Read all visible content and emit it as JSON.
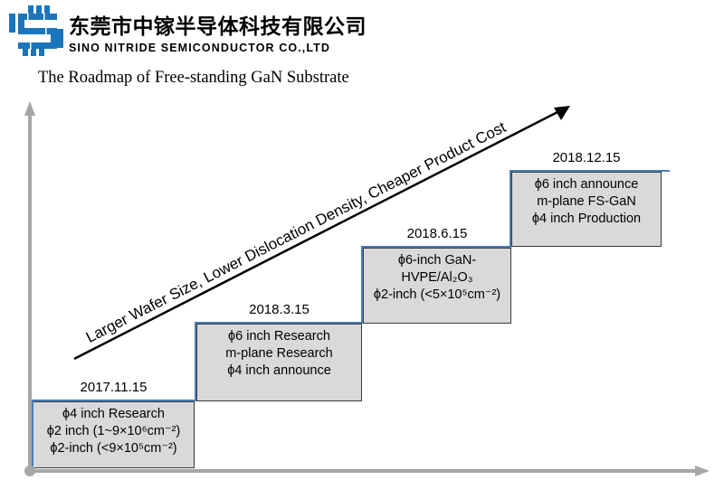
{
  "header": {
    "company_cn": "东莞市中镓半导体科技有限公司",
    "company_en": "SINO NITRIDE SEMICONDUCTOR CO.,LTD",
    "logo_icon": "sino-nitride-monogram",
    "logo_color": "#1b75bb"
  },
  "title": "The Roadmap of Free-standing GaN Substrate",
  "arrow_label": "Larger Wafer Size, Lower Dislocation Density, Cheaper Product Cost",
  "milestones": [
    {
      "date": "2017.11.15",
      "lines": [
        "ϕ4 inch  Research",
        "ϕ2 inch (1~9×10⁶cm⁻²)",
        "ϕ2-inch (<9×10⁵cm⁻²)"
      ]
    },
    {
      "date": "2018.3.15",
      "lines": [
        "ϕ6 inch  Research",
        "m-plane Research",
        "ϕ4 inch announce"
      ]
    },
    {
      "date": "2018.6.15",
      "lines": [
        "ϕ6-inch GaN-",
        "HVPE/Al₂O₃",
        "ϕ2-inch (<5×10⁵cm⁻²)"
      ]
    },
    {
      "date": "2018.12.15",
      "lines": [
        "ϕ6 inch announce",
        "m-plane FS-GaN",
        "ϕ4 inch Production"
      ]
    }
  ],
  "colors": {
    "box_fill": "#d9d9d9",
    "box_border": "#3a3a3a",
    "step_line": "#4a7ebb",
    "axis": "#a6a6a6",
    "main_arrow": "#000000"
  }
}
